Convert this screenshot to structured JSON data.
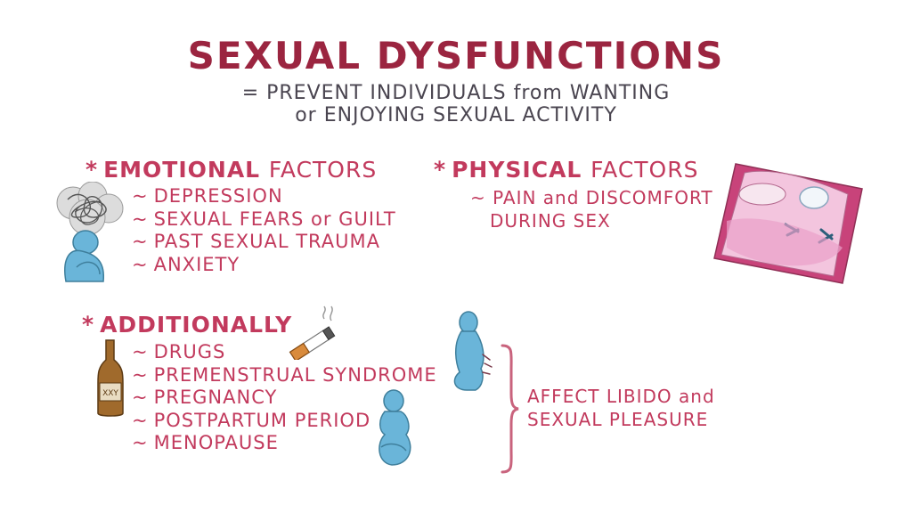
{
  "title": "SEXUAL DYSFUNCTIONS",
  "definition": {
    "line1": "= PREVENT INDIVIDUALS from WANTING",
    "line2": "or ENJOYING SEXUAL ACTIVITY"
  },
  "emotional": {
    "star": "*",
    "heading_bold": "EMOTIONAL",
    "heading_rest": "FACTORS",
    "items": [
      "DEPRESSION",
      "SEXUAL FEARS or GUILT",
      "PAST SEXUAL TRAUMA",
      "ANXIETY"
    ]
  },
  "physical": {
    "star": "*",
    "heading_bold": "PHYSICAL",
    "heading_rest": "FACTORS",
    "line1": "~ PAIN and DISCOMFORT",
    "line2": "DURING SEX"
  },
  "additionally": {
    "star": "*",
    "heading": "ADDITIONALLY",
    "items": [
      "DRUGS",
      "PREMENSTRUAL SYNDROME",
      "PREGNANCY",
      "POSTPARTUM PERIOD",
      "MENOPAUSE"
    ]
  },
  "effect": {
    "line1": "AFFECT LIBIDO and",
    "line2": "SEXUAL PLEASURE"
  },
  "bottle_label": "XXY",
  "colors": {
    "title": "#9b2540",
    "accent": "#c23a5d",
    "figure_blue": "#6ab5d9",
    "bed_pink": "#e9a0c9"
  },
  "icons": [
    "tangled-thoughts-cloud-icon",
    "sad-person-icon",
    "sick-person-in-bed-icon",
    "beer-bottle-icon",
    "cigarette-icon",
    "premenstrual-woman-icon",
    "pregnant-woman-icon",
    "curly-brace-icon"
  ]
}
